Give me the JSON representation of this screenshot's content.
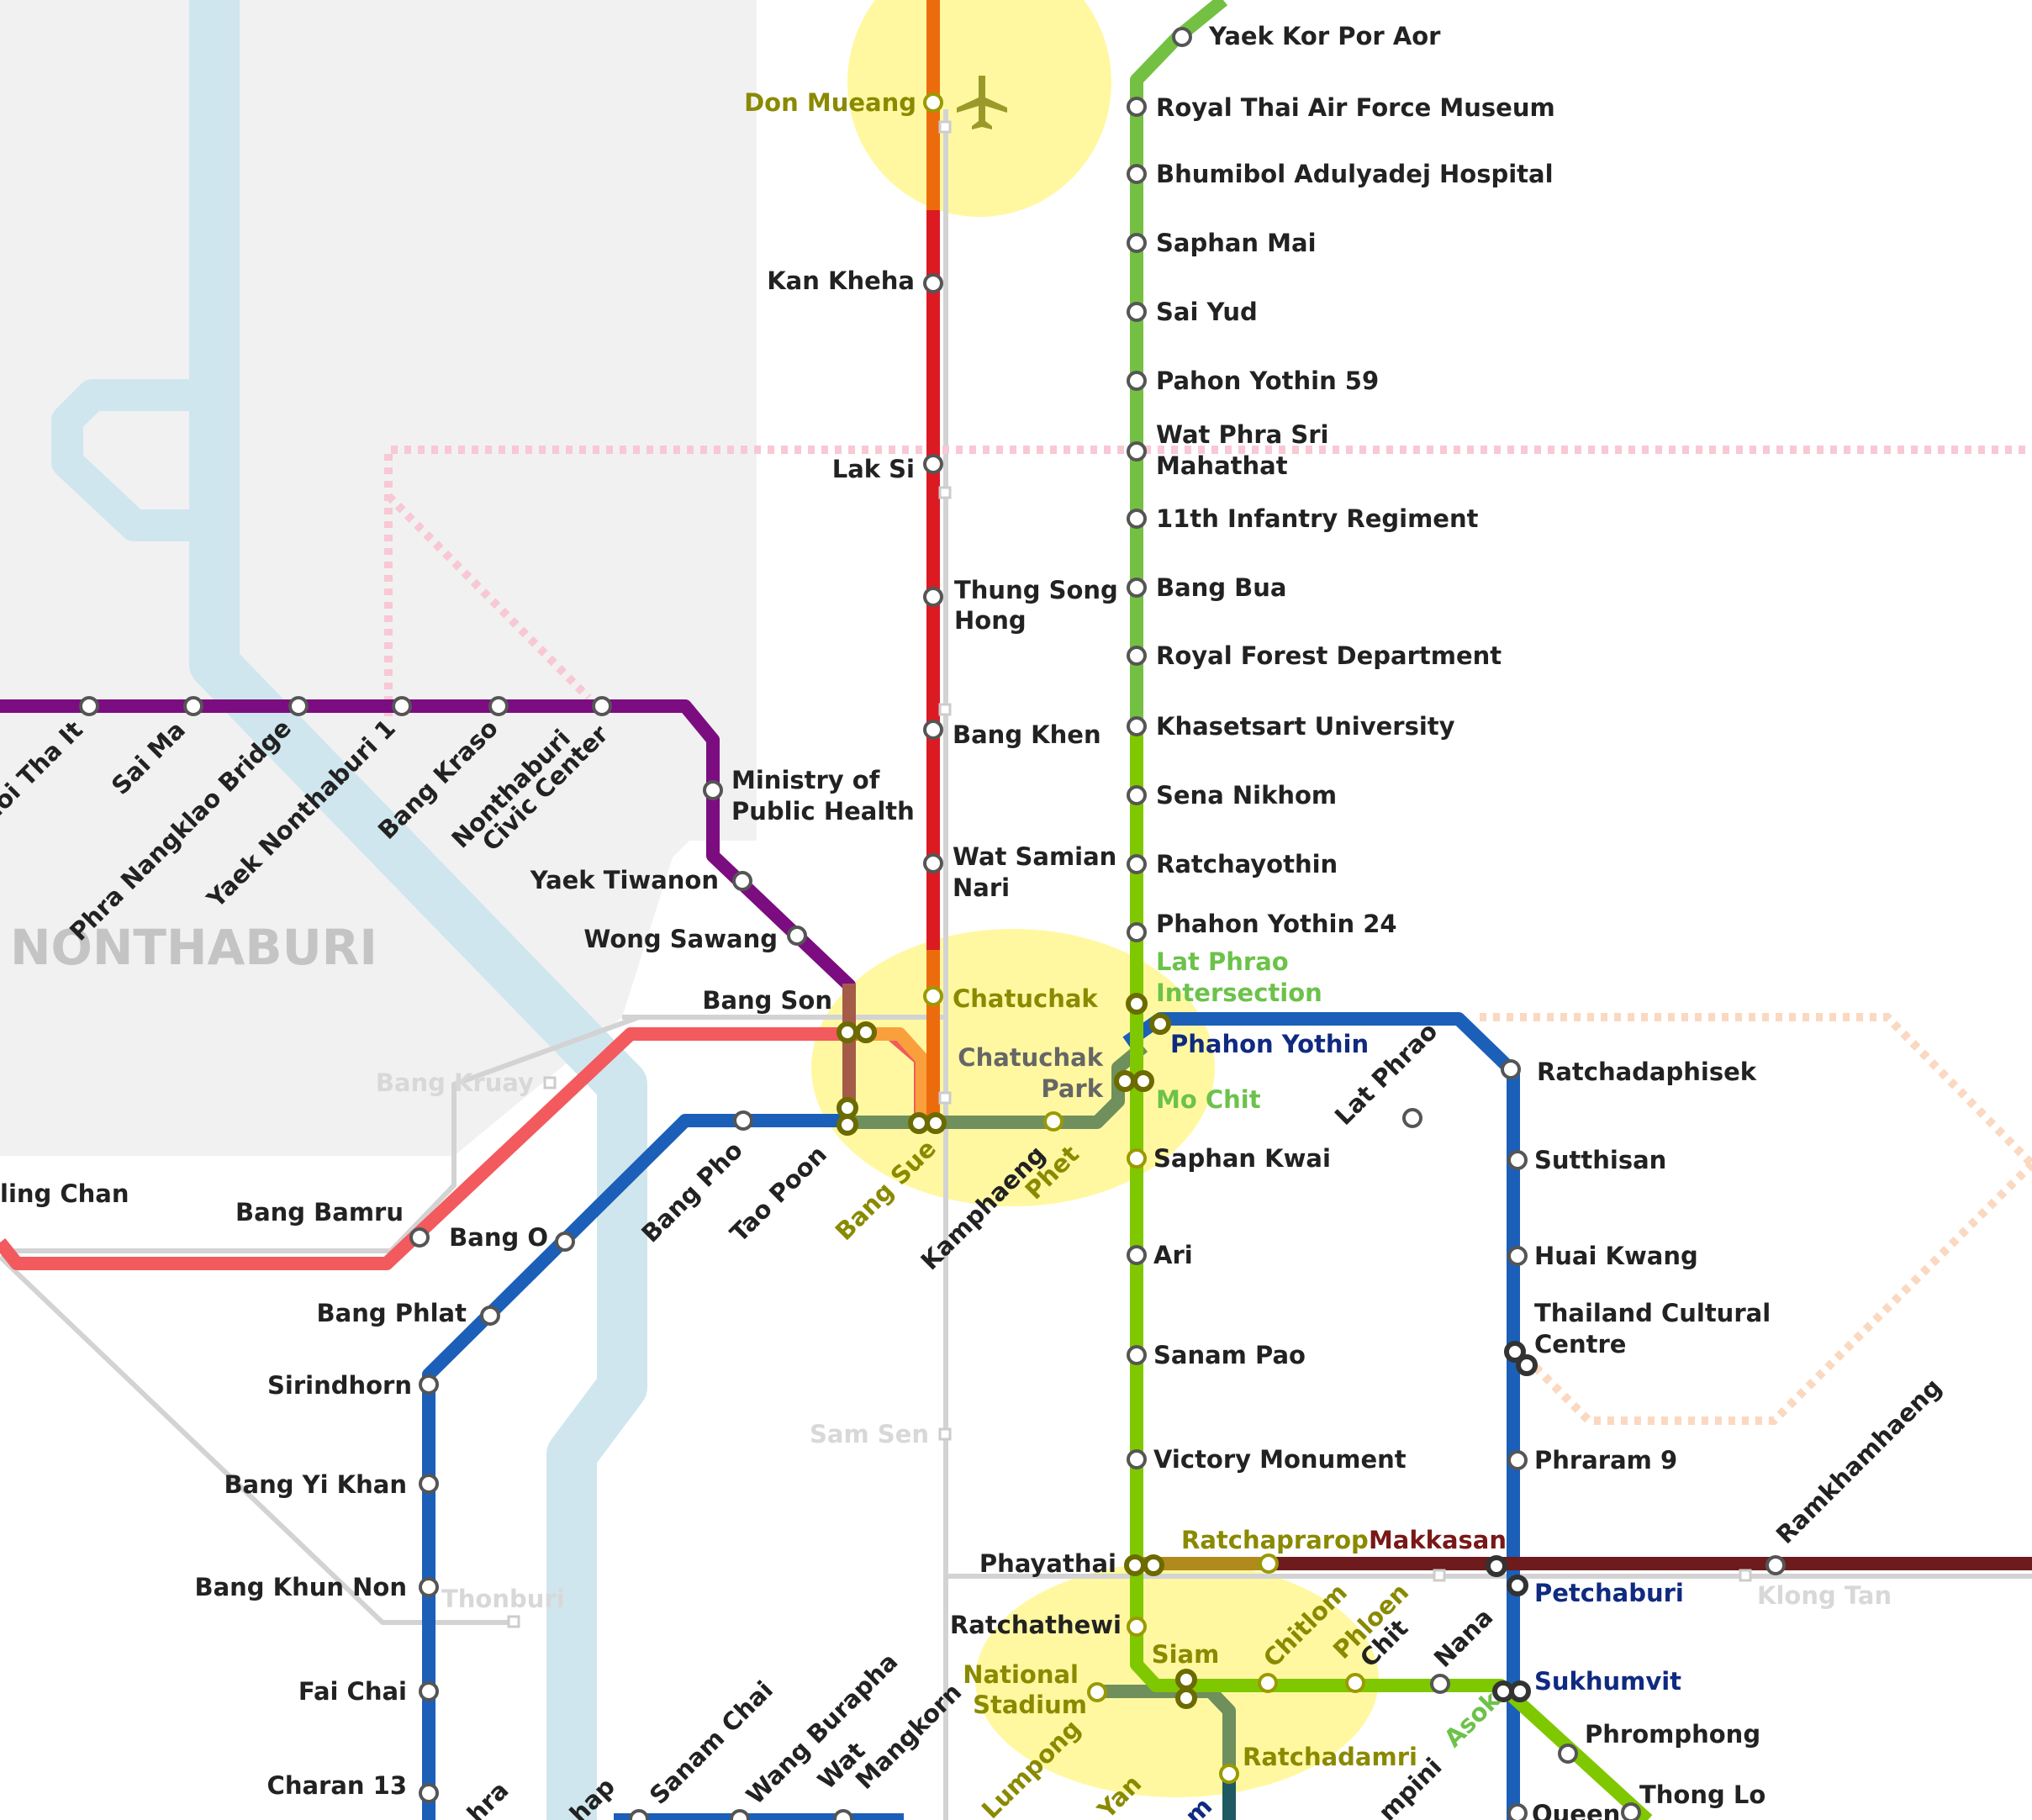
{
  "map": {
    "region": "NONTHABURI",
    "colors": {
      "purple": "#7b0d80",
      "red": "#dc1a22",
      "orange": "#ec6c0d",
      "green_light": "#74c043",
      "green_lime": "#7fc800",
      "blue": "#1b5fb8",
      "pink": "#f25a5e",
      "brown": "#a45c48",
      "olive": "#6f8f5c",
      "maroon": "#6d1b1c",
      "water": "#cfe6ee",
      "highlight": "#fff8a0"
    },
    "purple_line": {
      "stations": [
        "Tha It",
        "Sai Ma",
        "Phra Nangklao Bridge",
        "Yaek Nonthaburi 1",
        "Bang Kraso",
        "Nonthaburi Civic Center",
        "Ministry of Public Health",
        "Yaek Tiwanon",
        "Wong Sawang",
        "Bang Son",
        "Tao Poon"
      ]
    },
    "labels": {
      "tha_it": "ak Noi Tha It",
      "sai_ma": "Sai Ma",
      "phra_nangklao": "Phra Nangklao Bridge",
      "yaek_nonthaburi": "Yaek Nonthaburi 1",
      "bang_kraso": "Bang Kraso",
      "civic_center_1": "Nonthaburi",
      "civic_center_2": "Civic Center",
      "ministry_1": "Ministry of",
      "ministry_2": "Public Health",
      "yaek_tiwanon": "Yaek Tiwanon",
      "wong_sawang": "Wong Sawang",
      "bang_son": "Bang Son",
      "bang_kruay": "Bang Kruay",
      "taling_chan": "ling Chan",
      "bang_bamru": "Bang Bamru",
      "bang_o": "Bang O",
      "bang_pho": "Bang Pho",
      "tao_poon": "Tao Poon",
      "bang_sue": "Bang Sue",
      "kamphaeng_phet_1": "Kamphaeng",
      "kamphaeng_phet_2": "Phet",
      "chatuchak_park_1": "Chatuchak",
      "chatuchak_park_2": "Park",
      "chatuchak": "Chatuchak",
      "bang_phlat": "Bang Phlat",
      "sirindhorn": "Sirindhorn",
      "bang_yi_khan": "Bang Yi Khan",
      "bang_khun_non": "Bang Khun Non",
      "fai_chai": "Fai Chai",
      "charan_13": "Charan 13",
      "thonburi": "Thonburi",
      "sam_sen": "Sam Sen",
      "don_mueang": "Don Mueang",
      "kan_kheha": "Kan Kheha",
      "lak_si": "Lak Si",
      "thung_song_hong_1": "Thung Song",
      "thung_song_hong_2": "Hong",
      "bang_khen": "Bang Khen",
      "wat_samian_nari_1": "Wat Samian",
      "wat_samian_nari_2": "Nari",
      "yaek_kor_por_aor": "Yaek Kor Por Aor",
      "air_force_museum": "Royal Thai Air Force Museum",
      "bhumibol": "Bhumibol Adulyadej Hospital",
      "saphan_mai": "Saphan Mai",
      "sai_yud": "Sai Yud",
      "pahon_yothin_59": "Pahon Yothin 59",
      "wat_phra_sri_1": "Wat Phra Sri",
      "wat_phra_sri_2": "Mahathat",
      "infantry": "11th Infantry Regiment",
      "bang_bua": "Bang Bua",
      "forest_dept": "Royal Forest Department",
      "khasetsart": "Khasetsart University",
      "sena_nikhom": "Sena Nikhom",
      "ratchayothin": "Ratchayothin",
      "phahon_yothin_24": "Phahon Yothin 24",
      "lat_phrao_int_1": "Lat Phrao",
      "lat_phrao_int_2": "Intersection",
      "phahon_yothin": "Phahon Yothin",
      "mo_chit": "Mo Chit",
      "saphan_kwai": "Saphan Kwai",
      "ari": "Ari",
      "sanam_pao": "Sanam Pao",
      "victory_monument": "Victory Monument",
      "lat_phrao": "Lat Phrao",
      "ratchadaphisek": "Ratchadaphisek",
      "sutthisan": "Sutthisan",
      "huai_kwang": "Huai Kwang",
      "cultural_centre_1": "Thailand Cultural",
      "cultural_centre_2": "Centre",
      "phraram_9": "Phraram 9",
      "ramkhamhaeng": "Ramkhamhaeng",
      "makkasan": "Makkasan",
      "petchaburi": "Petchaburi",
      "klong_tan": "Klong Tan",
      "phayathai": "Phayathai",
      "ratchaprarop": "Ratchaprarop",
      "ratchathewi": "Ratchathewi",
      "siam": "Siam",
      "national_stadium_1": "National",
      "national_stadium_2": "Stadium",
      "chitlom": "Chitlom",
      "phloen_chit_1": "Phloen",
      "phloen_chit_2": "Chit",
      "nana": "Nana",
      "sukhumvit": "Sukhumvit",
      "asok": "Asok",
      "phromphong": "Phromphong",
      "thong_lo": "Thong Lo",
      "ratchadamri": "Ratchadamri",
      "queen": "Queen",
      "lumpong": "Lumpong",
      "yan": "Yan",
      "mpini": "mpini",
      "sanam_chai": "Sanam Chai",
      "wang_burapha": "Wang Burapha",
      "wat_mangkorn_1": "Wat",
      "wat_mangkorn_2": "Mangkorn",
      "itsaraphap": "hap",
      "tha_phra": "hra",
      "edge_m": "m"
    }
  }
}
